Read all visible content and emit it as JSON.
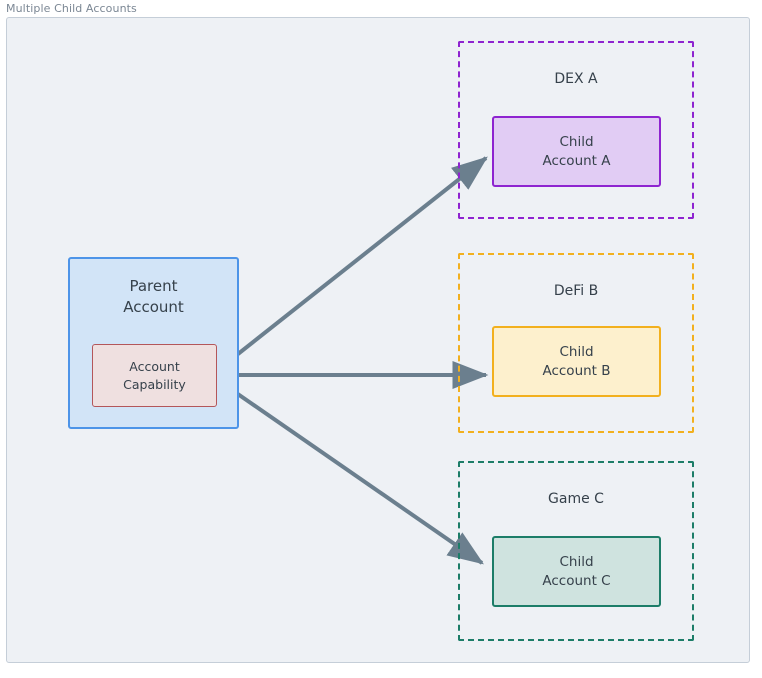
{
  "frame": {
    "label": "Multiple Child Accounts"
  },
  "nodes": {
    "parent": {
      "line1": "Parent",
      "line2": "Account"
    },
    "capability": {
      "line1": "Account",
      "line2": "Capability"
    },
    "child_a": {
      "line1": "Child",
      "line2": "Account A"
    },
    "child_b": {
      "line1": "Child",
      "line2": "Account B"
    },
    "child_c": {
      "line1": "Child",
      "line2": "Account C"
    }
  },
  "clusters": {
    "dex": {
      "title": "DEX A"
    },
    "defi": {
      "title": "DeFi B"
    },
    "game": {
      "title": "Game C"
    }
  },
  "colors": {
    "canvas": "#ffffff",
    "frame_bg": "#eef1f5",
    "frame_border": "#c5ced8",
    "frame_label_text": "#7b8794",
    "text": "#36414b",
    "edge": "#6b7f8e",
    "parent_fill": "#d2e4f7",
    "parent_stroke": "#4d94e8",
    "capability_fill": "#efe0e0",
    "capability_stroke": "#b4565a",
    "dex_fill": "#e1ccf4",
    "dex_stroke": "#8e24d0",
    "defi_fill": "#fdf0cd",
    "defi_stroke": "#f2b01e",
    "game_fill": "#cfe3df",
    "game_stroke": "#1c7d68"
  },
  "edges": [
    {
      "name": "capability-to-child-a",
      "from": "Account Capability",
      "to": "Child Account A"
    },
    {
      "name": "capability-to-child-b",
      "from": "Account Capability",
      "to": "Child Account B"
    },
    {
      "name": "capability-to-child-c",
      "from": "Account Capability",
      "to": "Child Account C"
    }
  ]
}
